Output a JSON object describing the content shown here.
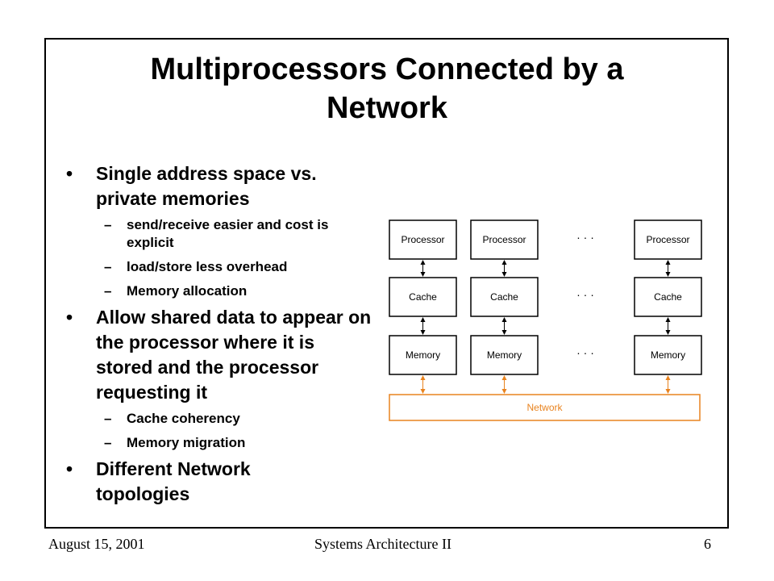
{
  "slide": {
    "title_line1": "Multiprocessors Connected by a",
    "title_line2": "Network",
    "bullets": [
      {
        "text": "Single address space vs. private memories",
        "sub": [
          "send/receive easier and cost is explicit",
          "load/store less overhead",
          "Memory allocation"
        ]
      },
      {
        "text": "Allow shared data to appear on the processor where it is stored and the processor requesting it",
        "sub": [
          "Cache coherency",
          "Memory migration"
        ]
      },
      {
        "text": "Different Network topologies",
        "sub": []
      }
    ],
    "bullet_glyph": "•",
    "sub_glyph": "–"
  },
  "diagram": {
    "processor_label": "Processor",
    "cache_label": "Cache",
    "memory_label": "Memory",
    "ellipsis": "· · ·",
    "network_label": "Network",
    "colors": {
      "network": "#e8831f",
      "box": "#000000"
    }
  },
  "footer": {
    "date": "August 15, 2001",
    "course": "Systems Architecture II",
    "page": "6"
  }
}
